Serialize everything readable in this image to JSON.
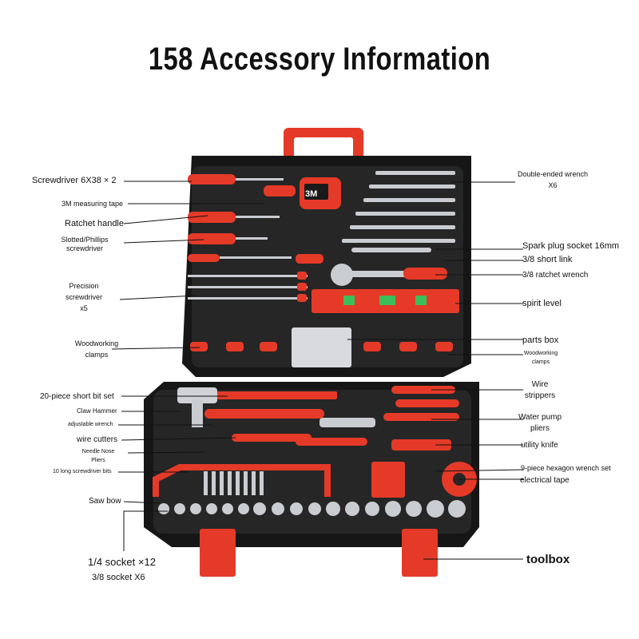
{
  "title": "158 Accessory Information",
  "colors": {
    "case": "#161616",
    "tray": "#262626",
    "accent": "#e8301f",
    "handle": "#e53a28",
    "metal": "#c9ccd0"
  },
  "labels_left": {
    "screwdriver_6x38": "Screwdriver 6X38 × 2",
    "measuring_tape": "3M measuring tape",
    "ratchet_handle": "Ratchet handle",
    "slotted_phillips_1": "Slotted/Phillips",
    "slotted_phillips_2": "screwdriver",
    "precision_1": "Precision",
    "precision_2": "screwdriver",
    "precision_3": "x5",
    "woodworking_1": "Woodworking",
    "woodworking_2": "clamps",
    "short_bit_set": "20-piece short bit set",
    "claw_hammer": "Claw Hammer",
    "adjustable_wrench": "adjustable wrench",
    "wire_cutters": "wire cutters",
    "needle_nose_1": "Needle Nose",
    "needle_nose_2": "Pliers",
    "long_bits": "10 long screwdriver bits",
    "saw_bow": "Saw bow",
    "socket_1_4": "1/4 socket ×12",
    "socket_3_8": "3/8 socket X6"
  },
  "labels_right": {
    "double_ended_1": "Double-ended wrench",
    "double_ended_2": "X6",
    "spark_plug": "Spark plug socket 16mm",
    "short_link": "3/8 short link",
    "ratchet_wrench": "3/8 ratchet wrench",
    "spirit_level": "spirit level",
    "parts_box": "parts box",
    "woodworking_1": "Woodworking",
    "woodworking_2": "clamps",
    "wire_strippers_1": "Wire",
    "wire_strippers_2": "strippers",
    "water_pump_1": "Water pump",
    "water_pump_2": "pliers",
    "utility_knife": "utility knife",
    "hex_wrench": "9-piece hexagon wrench set",
    "electrical_tape": "electrical tape",
    "toolbox": "toolbox"
  },
  "tape_brand": "3M"
}
